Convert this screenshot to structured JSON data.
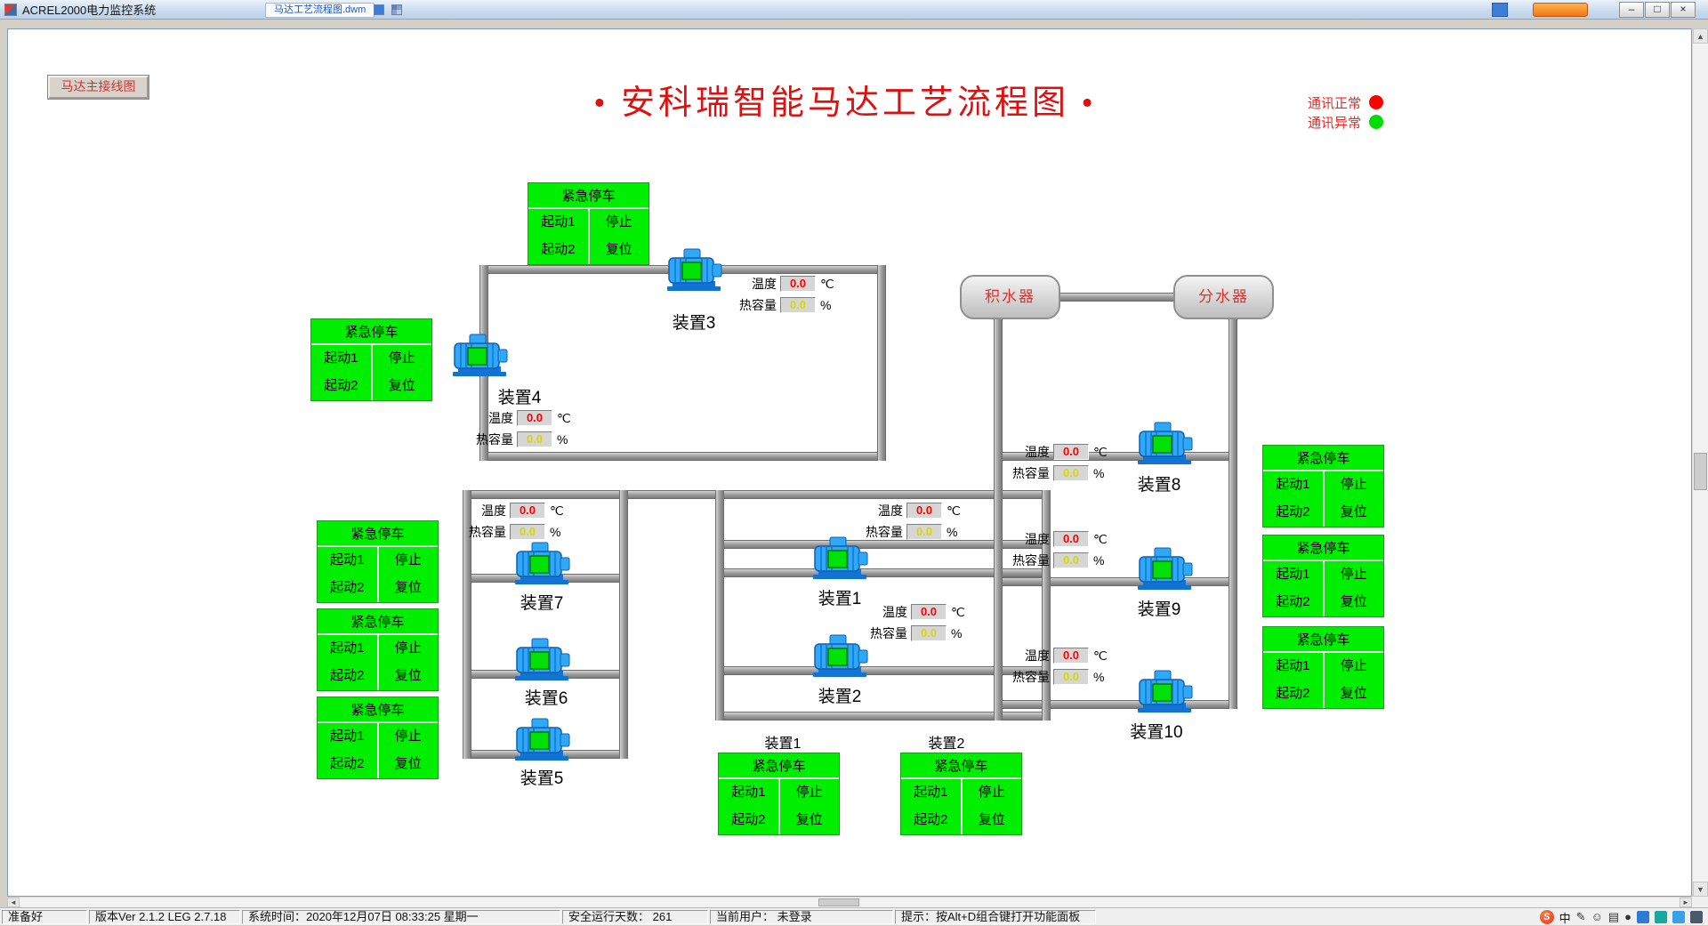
{
  "window": {
    "title": "ACREL2000电力监控系统",
    "doc_tab": "马达工艺流程图.dwm",
    "controls": {
      "minimize": "–",
      "maximize": "□",
      "close": "×"
    }
  },
  "toolbar": {
    "nav_button": "马达主接线图"
  },
  "page": {
    "title": "• 安科瑞智能马达工艺流程图 •"
  },
  "legend": {
    "normal_label": "通讯正常",
    "normal_color": "#FF0000",
    "abnormal_label": "通讯异常",
    "abnormal_color": "#00DD00"
  },
  "panel_labels": {
    "header": "紧急停车",
    "start1": "起动1",
    "stop": "停止",
    "start2": "起动2",
    "reset": "复位"
  },
  "devices": [
    "装置1",
    "装置2",
    "装置3",
    "装置4",
    "装置5",
    "装置6",
    "装置7",
    "装置8",
    "装置9",
    "装置10"
  ],
  "bottom_captions": [
    "装置1",
    "装置2"
  ],
  "vessels": {
    "collector": "积水器",
    "distributor": "分水器"
  },
  "metrics": {
    "temp_label": "温度",
    "temp_unit": "℃",
    "heat_label": "热容量",
    "heat_unit": "%"
  },
  "temp_groups": [
    {
      "temp": "0.0",
      "heat": "0.0"
    },
    {
      "temp": "0.0",
      "heat": "0.0"
    },
    {
      "temp": "0.0",
      "heat": "0.0"
    },
    {
      "temp": "0.0",
      "heat": "0.0"
    },
    {
      "temp": "0.0",
      "heat": "0.0"
    },
    {
      "temp": "0.0",
      "heat": "0.0"
    },
    {
      "temp": "0.0",
      "heat": "0.0"
    },
    {
      "temp": "0.0",
      "heat": "0.0"
    }
  ],
  "colors": {
    "panel_green": "#00EE00",
    "title_red": "#DE1111",
    "temp_value_red": "#FF0000",
    "heat_value_yellow": "#D8D800"
  },
  "status_bar": {
    "ready": "准备好",
    "version": "版本Ver 2.1.2 LEG 2.7.18",
    "system_time": "系统时间：2020年12月07日  08:33:25  星期一",
    "safe_days": "安全运行天数：  261",
    "current_user": "当前用户：  未登录",
    "hint": "提示：按Alt+D组合键打开功能面板"
  },
  "scrollbar_glyphs": {
    "up": "▲",
    "down": "▼",
    "left": "◄",
    "right": "►"
  },
  "tray": {
    "ime_badge": "S",
    "ime_mode": "中",
    "icons": [
      {
        "name": "pen-icon",
        "glyph": "✎"
      },
      {
        "name": "smiley-icon",
        "glyph": "☺"
      },
      {
        "name": "keyboard-icon",
        "glyph": "▤"
      },
      {
        "name": "tool-icon",
        "glyph": "●"
      }
    ],
    "app_colors": [
      "#2E7BD6",
      "#19A89E",
      "#3AA0E8",
      "#4A5A6A"
    ]
  }
}
